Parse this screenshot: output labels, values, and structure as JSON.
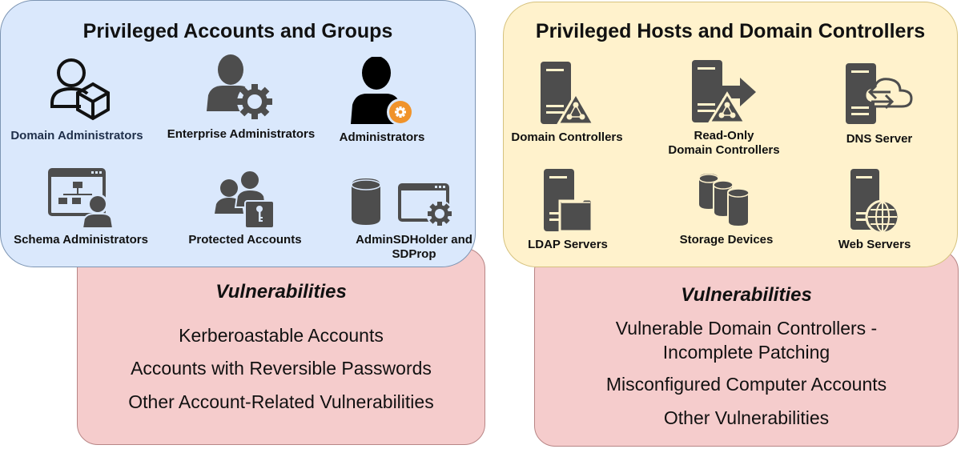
{
  "left_panel": {
    "title": "Privileged Accounts and Groups",
    "items": [
      {
        "label": "Domain Administrators",
        "icon": "user-cube-icon"
      },
      {
        "label": "Enterprise Administrators",
        "icon": "user-gear-icon"
      },
      {
        "label": "Administrators",
        "icon": "user-orange-gear-icon"
      },
      {
        "label": "Schema Administrators",
        "icon": "schema-user-icon"
      },
      {
        "label": "Protected Accounts",
        "icon": "users-key-icon"
      },
      {
        "label": "AdminSDHolder and",
        "label2": "SDProp",
        "icon": "database-window-gear-icon"
      }
    ],
    "vulnerabilities": {
      "title": "Vulnerabilities",
      "items": [
        "Kerberoastable Accounts",
        "Accounts with Reversible Passwords",
        "Other Account-Related Vulnerabilities"
      ]
    }
  },
  "right_panel": {
    "title": "Privileged Hosts and Domain Controllers",
    "items": [
      {
        "label": "Domain Controllers",
        "icon": "server-triangle-icon"
      },
      {
        "label": "Read-Only",
        "label2": "Domain Controllers",
        "icon": "server-arrow-icon"
      },
      {
        "label": "DNS Server",
        "icon": "server-cloud-icon"
      },
      {
        "label": "LDAP Servers",
        "icon": "server-folder-icon"
      },
      {
        "label": "Storage Devices",
        "icon": "storage-icon"
      },
      {
        "label": "Web Servers",
        "icon": "server-globe-icon"
      }
    ],
    "vulnerabilities": {
      "title": "Vulnerabilities",
      "items": [
        "Vulnerable Domain Controllers -",
        "Incomplete Patching",
        "Misconfigured Computer Accounts",
        "Other Vulnerabilities"
      ]
    }
  },
  "colors": {
    "blue_fill": "#dae8fc",
    "yellow_fill": "#fff2cc",
    "red_fill": "#f5cccc",
    "icon_gray": "#4d4d4d",
    "accent_orange": "#f0932b"
  }
}
